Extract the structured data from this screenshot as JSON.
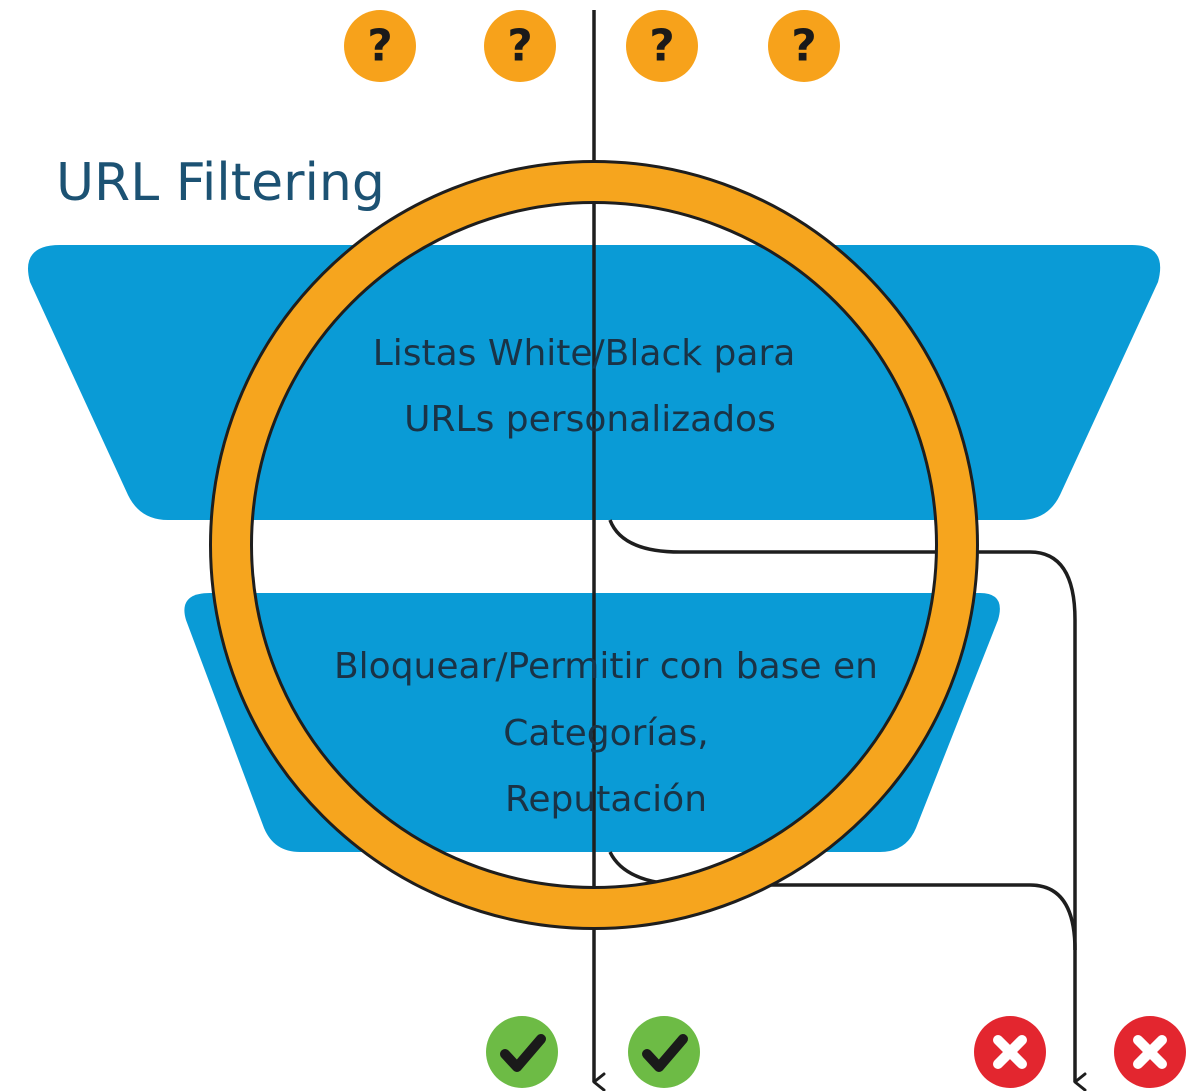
{
  "title": "URL Filtering",
  "stages": [
    {
      "lines": [
        "Listas White/Black para",
        "URLs personalizados"
      ]
    },
    {
      "lines": [
        "Bloquear/Permitir con base en",
        "Categorías,",
        "Reputación"
      ]
    }
  ],
  "incoming_items": [
    {
      "symbol": "?",
      "status": "unknown"
    },
    {
      "symbol": "?",
      "status": "unknown"
    },
    {
      "symbol": "?",
      "status": "unknown"
    },
    {
      "symbol": "?",
      "status": "unknown"
    }
  ],
  "outcomes": {
    "allowed": [
      "allowed",
      "allowed"
    ],
    "blocked": [
      "blocked",
      "blocked"
    ]
  },
  "icons": {
    "unknown": "question-icon",
    "allowed": "check-icon",
    "blocked": "x-icon"
  },
  "colors": {
    "title": "#1c5273",
    "stage_fill": "#0a9bd6",
    "stage_text": "#1a3346",
    "highlight_ring": "#f6a51e",
    "unknown": "#f7a21b",
    "allowed": "#6dbb45",
    "blocked": "#e3262f",
    "flow_line": "#1e1e1e"
  }
}
